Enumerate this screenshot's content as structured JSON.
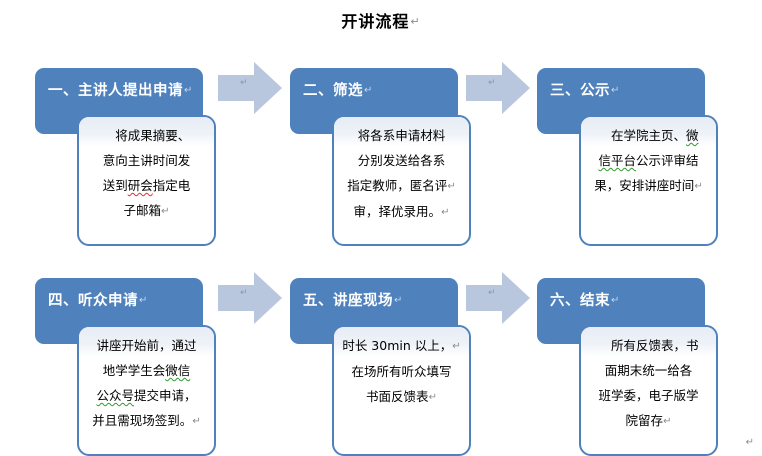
{
  "document": {
    "title": "开讲流程",
    "pilcrow": "↵",
    "trailing_mark": "↵"
  },
  "colors": {
    "header_blue": "#4f81bd",
    "body_border_blue": "#4f81bd",
    "arrow_fill": "#b8c6de",
    "body_sheen": "#e7ecf5",
    "page_background": "#ffffff",
    "header_text": "#ffffff",
    "body_text": "#000000",
    "spellcheck_red": "#e03030",
    "grammar_green": "#2f9c2f"
  },
  "steps": [
    {
      "id": "step-1",
      "header": "一、主讲人提出申请",
      "body_lines": [
        {
          "text": "　将成果摘要、",
          "mark": ""
        },
        {
          "text": "意向主讲时间发",
          "mark": ""
        },
        {
          "text": "送到",
          "underline": "研会",
          "underline_type": "red",
          "tail": "指定电",
          "mark": ""
        },
        {
          "text": "子邮箱",
          "mark": "↵"
        }
      ],
      "body_plain": "将成果摘要、意向主讲时间发送到研会指定电子邮箱"
    },
    {
      "id": "step-2",
      "header": "二、筛选",
      "body_lines": [
        {
          "text": "将各系申请材料",
          "mark": ""
        },
        {
          "text": "分别发送给各系",
          "mark": ""
        },
        {
          "text": "指定教师，匿名评",
          "mark": "↵"
        },
        {
          "text": "审，择优录用。",
          "mark": "↵"
        }
      ],
      "body_plain": "将各系申请材料分别发送给各系指定教师，匿名评审，择优录用。"
    },
    {
      "id": "step-3",
      "header": "三、公示",
      "body_lines": [
        {
          "text": "　在学院主页、",
          "underline": "微",
          "underline_type": "green",
          "tail": "",
          "mark": ""
        },
        {
          "text": "",
          "underline": "信平台",
          "underline_type": "green",
          "tail": "公示评审结",
          "mark": ""
        },
        {
          "text": "果，安排讲座时间",
          "mark": "↵"
        }
      ],
      "body_plain": "在学院主页、微信平台公示评审结果，安排讲座时间"
    },
    {
      "id": "step-4",
      "header": "四、听众申请",
      "body_lines": [
        {
          "text": "讲座开始前，通过",
          "mark": ""
        },
        {
          "text": "地学学生会",
          "underline": "微信",
          "underline_type": "green",
          "tail": "",
          "mark": ""
        },
        {
          "text": "",
          "underline": "公众号",
          "underline_type": "green",
          "tail": "提交申请，",
          "mark": ""
        },
        {
          "text": "并且需现场签到。",
          "mark": "↵"
        }
      ],
      "body_plain": "讲座开始前，通过地学学生会微信公众号提交申请，并且需现场签到。"
    },
    {
      "id": "step-5",
      "header": "五、讲座现场",
      "body_lines": [
        {
          "text": "时长 30min 以上，",
          "mark": "↵"
        },
        {
          "text": "在场所有听众填写",
          "mark": ""
        },
        {
          "text": "书面反馈表",
          "mark": "↵"
        }
      ],
      "body_plain": "时长 30min 以上，在场所有听众填写书面反馈表"
    },
    {
      "id": "step-6",
      "header": "六、结束",
      "body_lines": [
        {
          "text": "　所有反馈表，书",
          "mark": ""
        },
        {
          "text": "面期末统一给各",
          "mark": ""
        },
        {
          "text": "班学委，电子版学",
          "mark": ""
        },
        {
          "text": "院留存",
          "mark": "↵"
        }
      ],
      "body_plain": "所有反馈表，书面期末统一给各班学委，电子版学院留存"
    }
  ],
  "arrows": [
    {
      "id": "arrow-1",
      "from": "step-1",
      "to": "step-2",
      "mark": "↵"
    },
    {
      "id": "arrow-2",
      "from": "step-2",
      "to": "step-3",
      "mark": "↵"
    },
    {
      "id": "arrow-3",
      "from": "step-4",
      "to": "step-5",
      "mark": "↵"
    },
    {
      "id": "arrow-4",
      "from": "step-5",
      "to": "step-6",
      "mark": "↵"
    }
  ]
}
